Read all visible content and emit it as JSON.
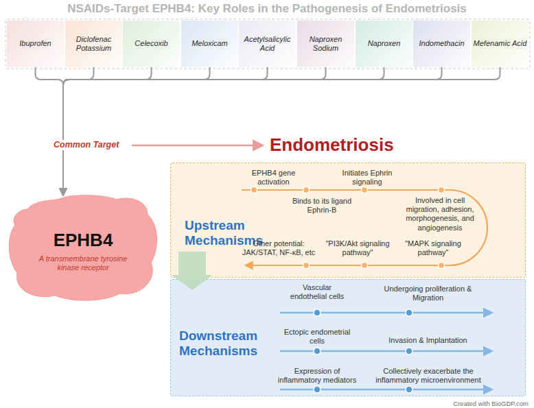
{
  "diagram": {
    "title": "NSAIDs-Target EPHB4: Key Roles in the Pathogenesis of Endometriosis",
    "nodes": [
      {
        "text": [
          "Ibuprofen"
        ]
      },
      {
        "text": [
          "Diclofenac Potassium"
        ]
      },
      {
        "text": [
          "Celecoxib"
        ]
      },
      {
        "text": [
          "Meloxicam"
        ]
      },
      {
        "text": [
          "Acetylsalicylic Acid"
        ]
      },
      {
        "text": [
          "Naproxen Sodium"
        ]
      },
      {
        "text": [
          "Naproxen"
        ]
      },
      {
        "text": [
          "Indomethacin"
        ]
      },
      {
        "text": [
          "Mefenamic Acid"
        ]
      },
      {
        "text": [
          "EPHB4",
          "A transmembrane tyrosine kinase receptor"
        ]
      },
      {
        "text": [
          "Upstream Mechanisms",
          "EPHB4 gene activation",
          "Binds to its ligand Ephrin-B",
          "Initiates Ephrin signaling",
          "Involved in cell migration, adhesion, morphogenesis, and angiogenesis",
          "\"MAPK signaling pathway\"",
          "\"PI3K/Akt signaling pathway\"",
          "Other potential: JAK/STAT, NF-κB, etc"
        ]
      },
      {
        "text": [
          "Downstream Mechanisms",
          "Vascular endothelial cells",
          "Undergoing proliferation & Migration",
          "Ectopic endometrial cells",
          "Invasion & Implantation",
          "Expression of inflammatory mediators",
          "Collectively exacerbate the inflammatory microenvironment"
        ]
      }
    ],
    "edges": [
      {
        "from": 0,
        "to": 9,
        "arrow": "to"
      },
      {
        "from": 1,
        "to": 9,
        "arrow": "to"
      },
      {
        "from": 2,
        "to": 9,
        "arrow": "to"
      },
      {
        "from": 3,
        "to": 9,
        "arrow": "to"
      },
      {
        "from": 4,
        "to": 9,
        "arrow": "to"
      },
      {
        "from": 5,
        "to": 9,
        "arrow": "to"
      },
      {
        "from": 6,
        "to": 9,
        "arrow": "to"
      },
      {
        "from": 7,
        "to": 9,
        "arrow": "to"
      },
      {
        "from": 8,
        "to": 9,
        "arrow": "to"
      },
      {
        "from": 10,
        "to": 11,
        "arrow": "to"
      }
    ],
    "labels": [
      "Common Target",
      "Endometriosis",
      "Created with BioGDP.com"
    ]
  }
}
